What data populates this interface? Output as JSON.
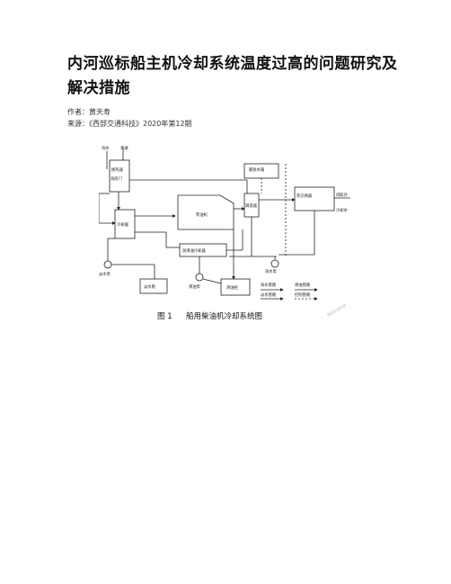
{
  "article": {
    "title": "内河巡标船主机冷却系统温度过高的问题研究及解决措施",
    "author_label": "作者：",
    "author": "黄天寿",
    "source_label": "来源：",
    "source": "《西部交通科技》2020年第12期"
  },
  "figure": {
    "caption_num": "图 1",
    "caption_text": "船用柴油机冷却系统图",
    "watermark": "西部交通科技",
    "labels": {
      "seawater": "海水",
      "bypass": "旁通",
      "hx": "换热器",
      "seachest": "海底门",
      "mixer": "冷却器",
      "engine": "柴油机",
      "header_tank": "膨胀水箱",
      "thermostat": "调温器",
      "lo_cooler": "润滑油冷却器",
      "main_hx": "热交换器",
      "cooling_water": "冷却水",
      "overboard": "排舷外",
      "sw_pump": "海水泵",
      "fw_pump": "淡水泵",
      "fw_tank": "淡水舱",
      "lo_pump": "滑油泵",
      "lo_tank": "滑油柜",
      "legend_sea": "海水管路",
      "legend_fresh": "淡水管路",
      "legend_oil": "滑油管路",
      "legend_ctrl": "控制管路"
    }
  }
}
